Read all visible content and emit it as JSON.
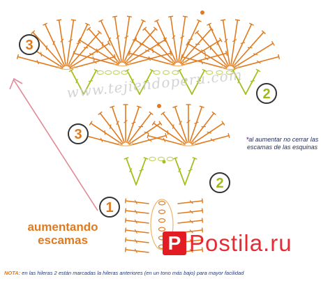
{
  "diagram": {
    "badges": [
      {
        "id": "row3-top",
        "label": "3",
        "color": "#e07a1e"
      },
      {
        "id": "row2-top",
        "label": "2",
        "color": "#9fb81d"
      },
      {
        "id": "row3-mid",
        "label": "3",
        "color": "#e07a1e"
      },
      {
        "id": "row2-bottom",
        "label": "2",
        "color": "#9fb81d"
      },
      {
        "id": "row1",
        "label": "1",
        "color": "#e07a1e"
      }
    ],
    "watermark": "www.tejiendoperu.com",
    "corner_note": {
      "star": "*",
      "text": "al aumentar no cerrar las escamas de las esquinas"
    },
    "increase_label": {
      "line1": "aumentando",
      "line2": "escamas"
    },
    "footnote": {
      "prefix": "NOTA:",
      "text": " en las hileras 2 están marcadas la hileras anteriores (en un tono más bajo) para mayor facilidad"
    },
    "brand": {
      "badge": "P",
      "text": "Postila.ru"
    },
    "colors": {
      "orange": "#e07a1e",
      "light_orange": "#f0b36a",
      "green": "#a6bd1c",
      "light_green": "#c7d36a",
      "arrow": "#e08a96",
      "purple": "#8e3fb0",
      "navy": "#1e2a55",
      "brand_red": "#e31b23"
    }
  }
}
